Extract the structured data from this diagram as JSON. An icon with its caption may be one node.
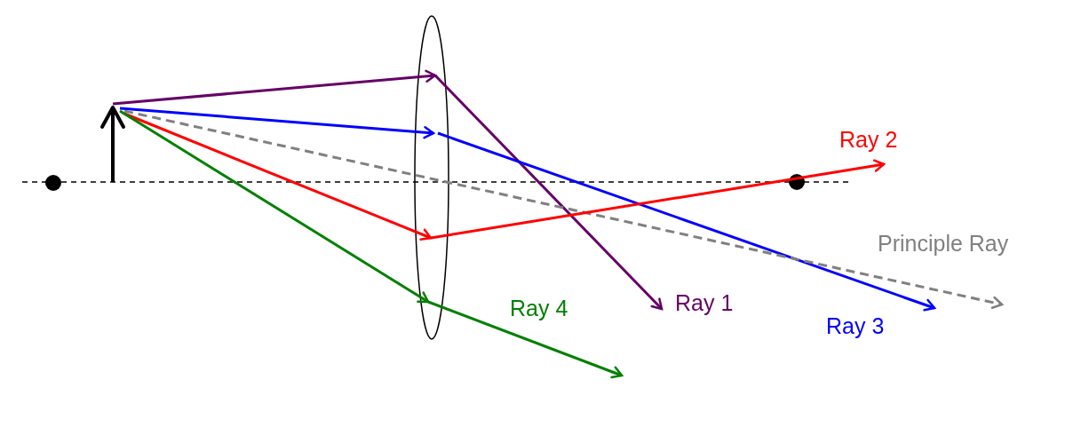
{
  "diagram": {
    "nodes": [
      {
        "text": [],
        "shape": "ellipse"
      }
    ],
    "labels": [
      "Ray 2",
      "Principle Ray",
      "Ray 4",
      "Ray 1",
      "Ray 3"
    ]
  }
}
